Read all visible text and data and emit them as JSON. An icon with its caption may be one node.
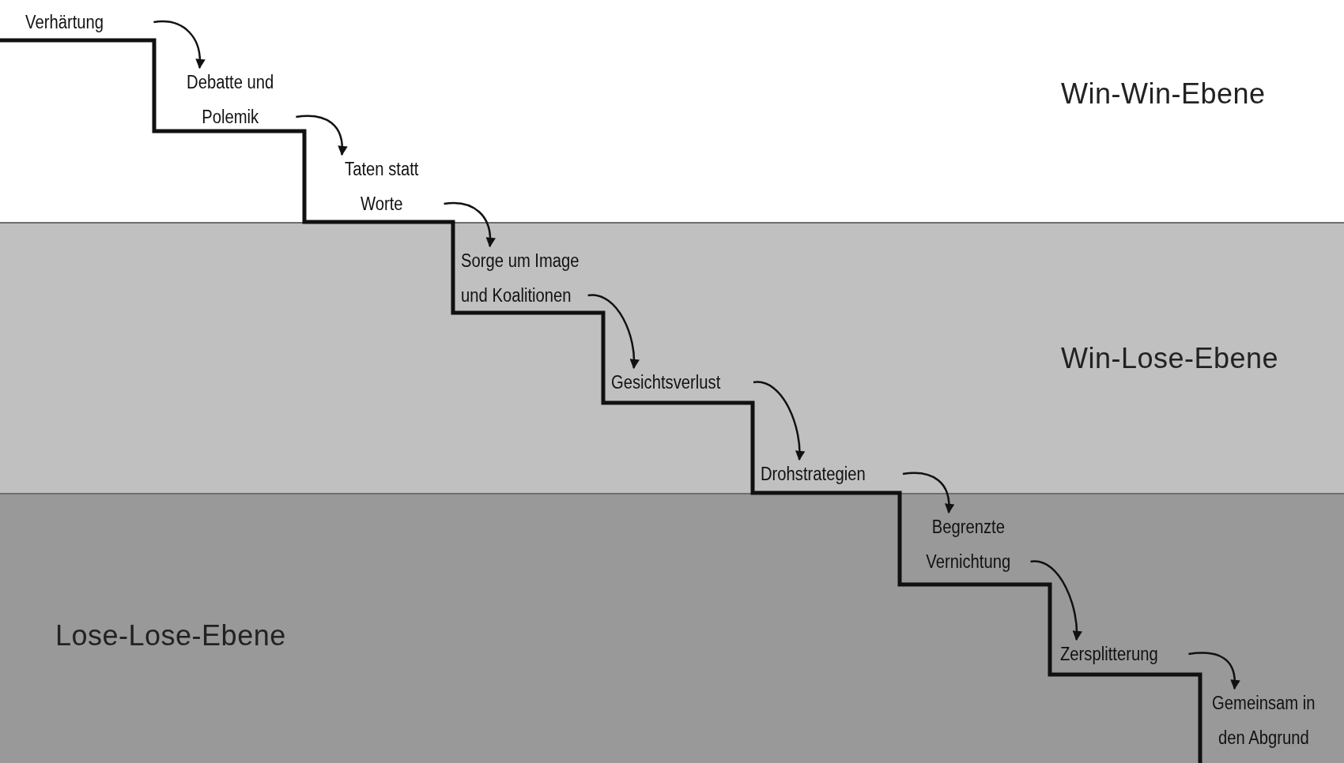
{
  "diagram": {
    "nodes": [
      {
        "text": [
          "Win-Win-Ebene"
        ]
      },
      {
        "text": [
          "Verhärtung"
        ],
        "in": 0
      },
      {
        "text": [
          "Debatte und Polemik"
        ],
        "in": 0
      },
      {
        "text": [
          "Taten statt Worte"
        ],
        "in": 0
      },
      {
        "text": [
          "Win-Lose-Ebene"
        ]
      },
      {
        "text": [
          "Sorge um Image und Koalitionen"
        ],
        "in": 4
      },
      {
        "text": [
          "Gesichtsverlust"
        ],
        "in": 4
      },
      {
        "text": [
          "Drohstrategien"
        ],
        "in": 4
      },
      {
        "text": [
          "Lose-Lose-Ebene"
        ]
      },
      {
        "text": [
          "Begrenzte Vernichtung"
        ],
        "in": 8
      },
      {
        "text": [
          "Zersplitterung"
        ],
        "in": 8
      },
      {
        "text": [
          "Gemeinsam in den Abgrund"
        ],
        "in": 8
      }
    ],
    "edges": [
      {
        "from": 1,
        "to": 2,
        "arrow": "to"
      },
      {
        "from": 2,
        "to": 3,
        "arrow": "to"
      },
      {
        "from": 3,
        "to": 5,
        "arrow": "to"
      },
      {
        "from": 5,
        "to": 6,
        "arrow": "to"
      },
      {
        "from": 6,
        "to": 7,
        "arrow": "to"
      },
      {
        "from": 7,
        "to": 9,
        "arrow": "to"
      },
      {
        "from": 9,
        "to": 10,
        "arrow": "to"
      },
      {
        "from": 10,
        "to": 11,
        "arrow": "to"
      }
    ]
  }
}
